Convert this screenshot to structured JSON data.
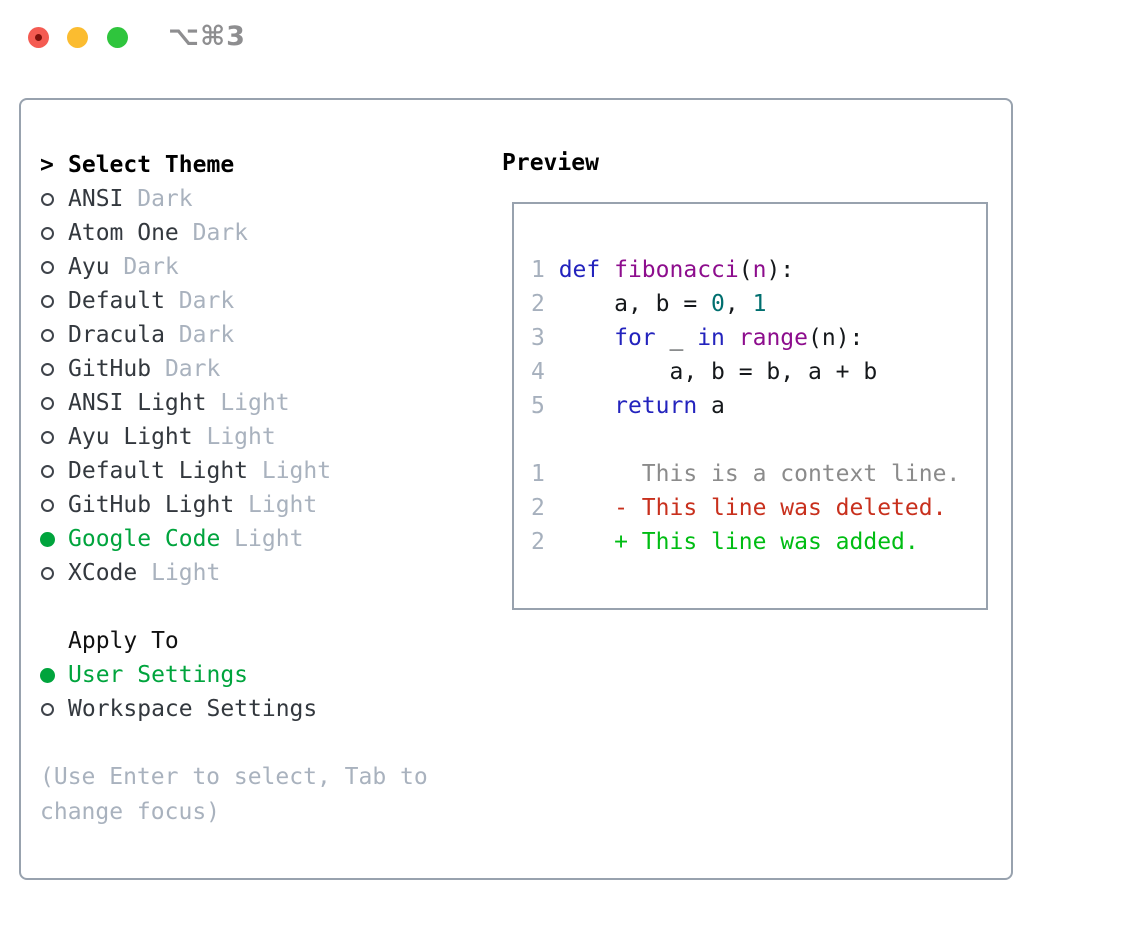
{
  "window": {
    "title_shortcut": "⌥⌘3",
    "traffic_lights": [
      "close",
      "minimize",
      "zoom"
    ]
  },
  "colors": {
    "accent_green": "#00a43d",
    "border_gray": "#98a2ae",
    "keyword_blue": "#2323bd",
    "function_purple": "#8d0d8d",
    "number_teal": "#006f6f",
    "diff_deleted_red": "#c8301d",
    "diff_added_green": "#00bd13",
    "diff_context_gray": "#8b8b8b",
    "muted_gray": "#a9b2be"
  },
  "theme_panel": {
    "header_marker": ">",
    "header": "Select Theme",
    "items": [
      {
        "name": "ANSI",
        "variant": "Dark",
        "selected": false
      },
      {
        "name": "Atom One",
        "variant": "Dark",
        "selected": false
      },
      {
        "name": "Ayu",
        "variant": "Dark",
        "selected": false
      },
      {
        "name": "Default",
        "variant": "Dark",
        "selected": false
      },
      {
        "name": "Dracula",
        "variant": "Dark",
        "selected": false
      },
      {
        "name": "GitHub",
        "variant": "Dark",
        "selected": false
      },
      {
        "name": "ANSI Light",
        "variant": "Light",
        "selected": false
      },
      {
        "name": "Ayu Light",
        "variant": "Light",
        "selected": false
      },
      {
        "name": "Default Light",
        "variant": "Light",
        "selected": false
      },
      {
        "name": "GitHub Light",
        "variant": "Light",
        "selected": false
      },
      {
        "name": "Google Code",
        "variant": "Light",
        "selected": true
      },
      {
        "name": "XCode",
        "variant": "Light",
        "selected": false
      }
    ],
    "apply_to": {
      "header": "Apply To",
      "options": [
        {
          "label": "User Settings",
          "selected": true
        },
        {
          "label": "Workspace Settings",
          "selected": false
        }
      ]
    },
    "help_lines": [
      "(Use Enter to select, Tab to",
      "change focus)"
    ]
  },
  "preview": {
    "header": "Preview",
    "code_lines": [
      {
        "num": "1",
        "tokens": [
          {
            "t": "def",
            "s": "kw"
          },
          {
            "t": " ",
            "s": "pl"
          },
          {
            "t": "fibonacci",
            "s": "fn"
          },
          {
            "t": "(",
            "s": "pl"
          },
          {
            "t": "n",
            "s": "fn"
          },
          {
            "t": "):",
            "s": "pl"
          }
        ]
      },
      {
        "num": "2",
        "tokens": [
          {
            "t": "    a, b = ",
            "s": "pl"
          },
          {
            "t": "0",
            "s": "num"
          },
          {
            "t": ", ",
            "s": "pl"
          },
          {
            "t": "1",
            "s": "num"
          }
        ]
      },
      {
        "num": "3",
        "tokens": [
          {
            "t": "    ",
            "s": "pl"
          },
          {
            "t": "for",
            "s": "kw"
          },
          {
            "t": " _ ",
            "s": "pl"
          },
          {
            "t": "in",
            "s": "kw"
          },
          {
            "t": " ",
            "s": "pl"
          },
          {
            "t": "range",
            "s": "fn"
          },
          {
            "t": "(n):",
            "s": "pl"
          }
        ]
      },
      {
        "num": "4",
        "tokens": [
          {
            "t": "        a, b = b, a + b",
            "s": "pl"
          }
        ]
      },
      {
        "num": "5",
        "tokens": [
          {
            "t": "    ",
            "s": "pl"
          },
          {
            "t": "return",
            "s": "kw"
          },
          {
            "t": " a",
            "s": "pl"
          }
        ]
      },
      {
        "num": "",
        "tokens": []
      },
      {
        "num": "1",
        "tokens": [
          {
            "t": "      This is a context line.",
            "s": "ctx"
          }
        ]
      },
      {
        "num": "2",
        "tokens": [
          {
            "t": "    - This line was deleted.",
            "s": "del"
          }
        ]
      },
      {
        "num": "2",
        "tokens": [
          {
            "t": "    + This line was added.",
            "s": "add"
          }
        ]
      }
    ]
  }
}
